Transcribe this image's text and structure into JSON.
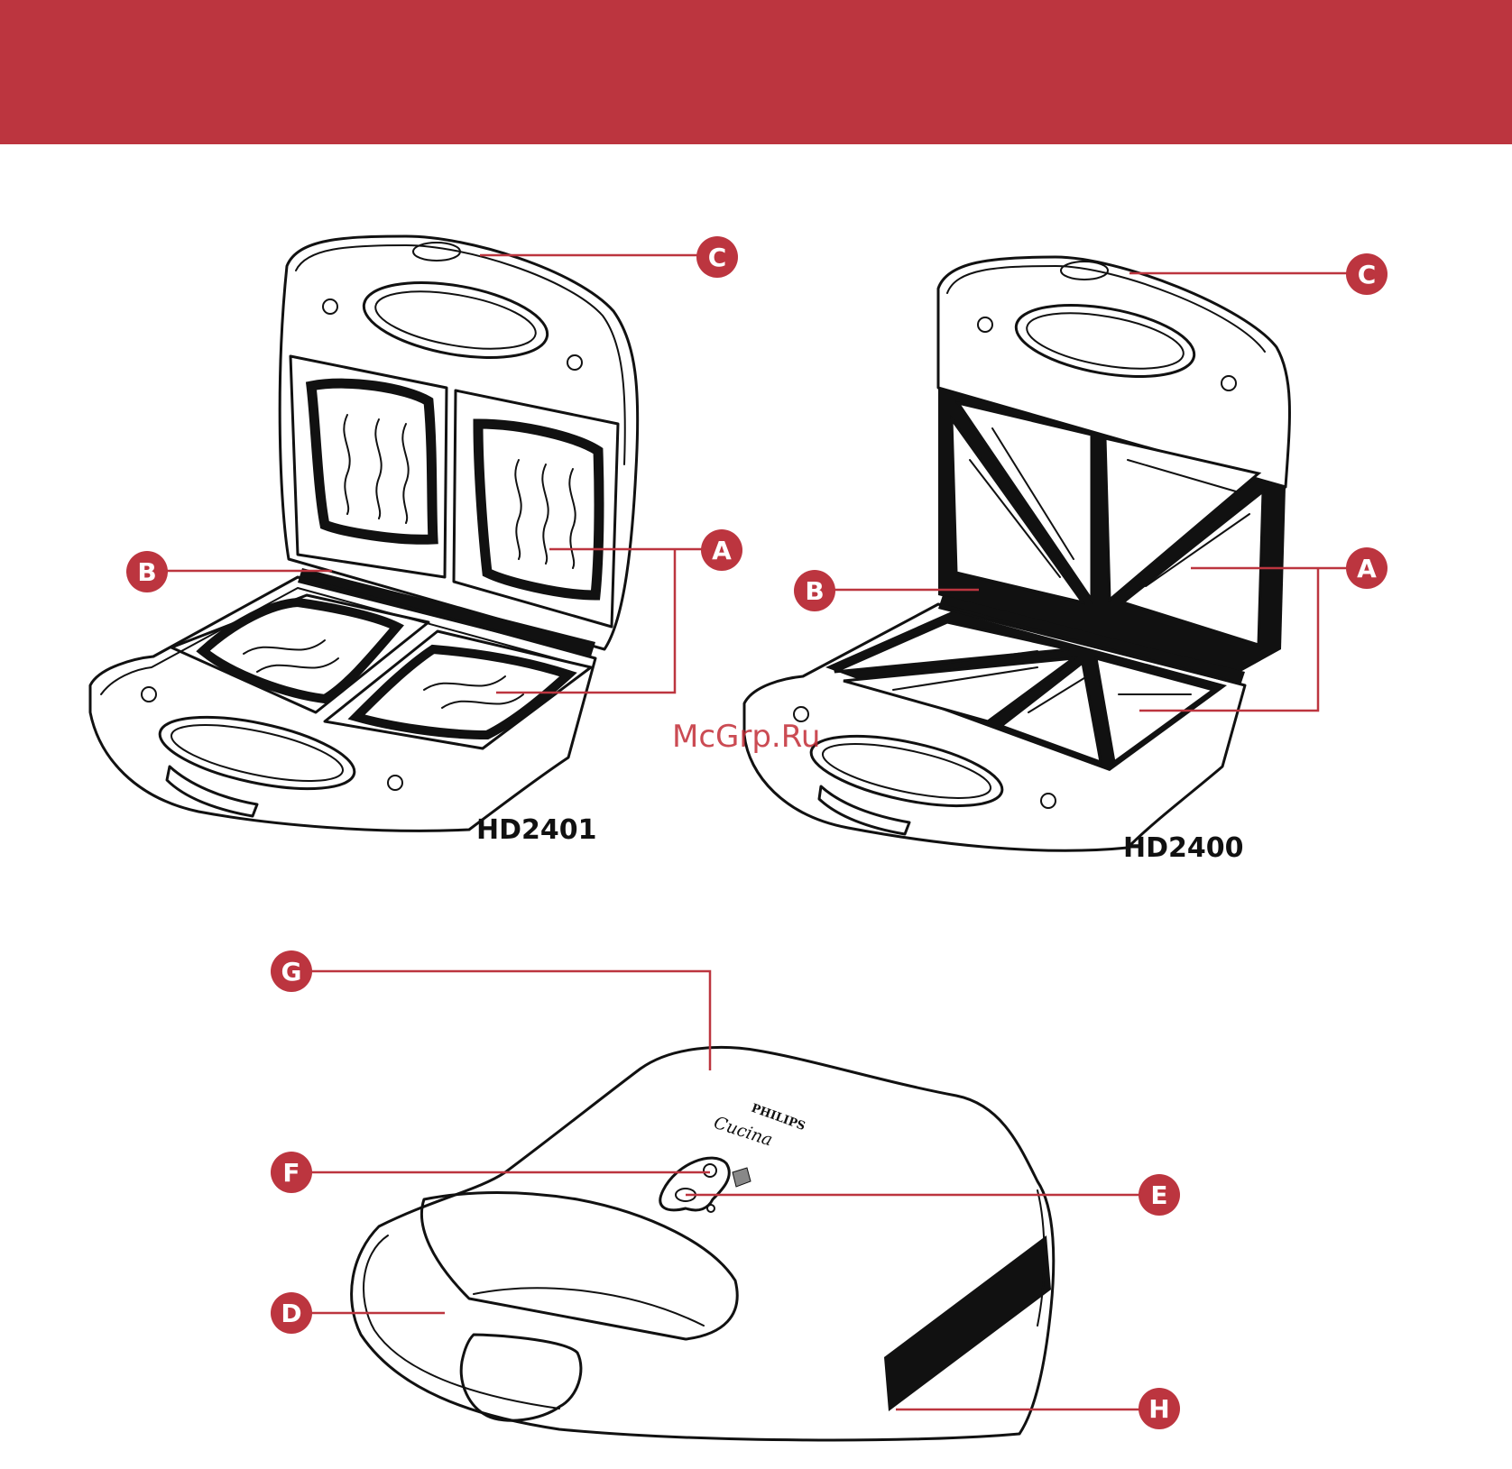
{
  "header": {
    "band_color": "#bc353f"
  },
  "accent_color": "#bc353f",
  "watermark": "McGrp.Ru",
  "models": [
    {
      "label": "HD2401",
      "plate_type": "square"
    },
    {
      "label": "HD2400",
      "plate_type": "triangle"
    }
  ],
  "closed_view": {
    "brand": "PHILIPS",
    "script_label": "Cucina"
  },
  "callouts": {
    "a": "A",
    "b": "B",
    "c": "C",
    "d": "D",
    "e": "E",
    "f": "F",
    "g": "G",
    "h": "H"
  }
}
